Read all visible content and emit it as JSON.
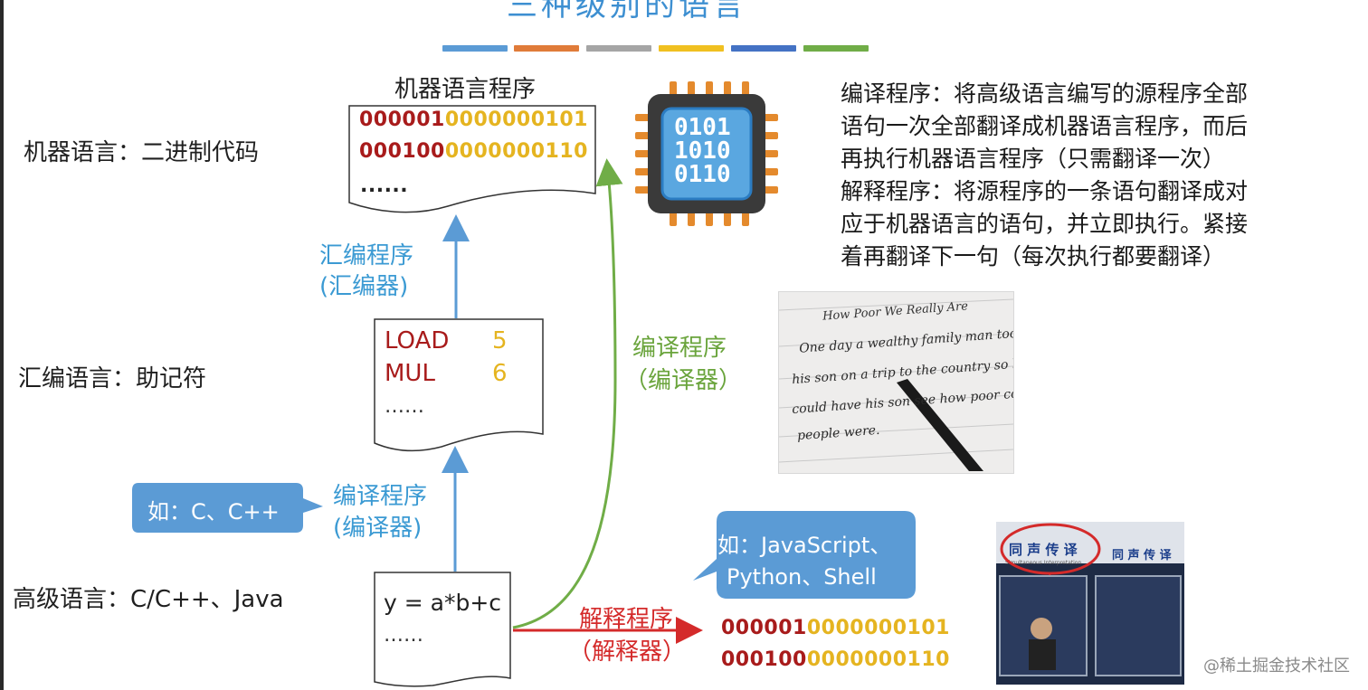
{
  "title": "三种级别的语言",
  "color_bars": [
    "#5b9bd5",
    "#e07b39",
    "#a5a5a5",
    "#f0c020",
    "#4472c4",
    "#70ad47"
  ],
  "left_labels": {
    "machine": "机器语言：二进制代码",
    "assembly": "汇编语言：助记符",
    "high": "高级语言：C/C++、Java"
  },
  "machine_doc": {
    "heading": "机器语言程序",
    "lines": [
      {
        "red": "000001",
        "yellow": "0000000101"
      },
      {
        "red": "000100",
        "yellow": "0000000110"
      }
    ],
    "ellipsis": "......"
  },
  "assembly_doc": {
    "lines": [
      {
        "op": "LOAD",
        "arg": "5"
      },
      {
        "op": "MUL",
        "arg": "6"
      }
    ],
    "ellipsis": "……"
  },
  "high_doc": {
    "line": "y = a*b+c",
    "ellipsis": "……"
  },
  "arrows": {
    "assembler": [
      "汇编程序",
      "(汇编器)"
    ],
    "compiler_left": [
      "编译程序",
      "(编译器)"
    ],
    "compiler_right": [
      "编译程序",
      "（编译器）"
    ],
    "interpreter": [
      "解释程序",
      "（解释器）"
    ]
  },
  "bubbles": {
    "c": "如：C、C++",
    "script": [
      "如：JavaScript、",
      "Python、Shell"
    ]
  },
  "chip": {
    "lines": [
      "0101",
      "1010",
      "0110"
    ]
  },
  "description": {
    "lines": [
      "编译程序：将高级语言编写的源程序全部",
      "语句一次全部翻译成机器语言程序，而后",
      "再执行机器语言程序（只需翻译一次）",
      "解释程序：将源程序的一条语句翻译成对",
      "应于机器语言的语句，并立即执行。紧接",
      "着再翻译下一句（每次执行都要翻译）"
    ]
  },
  "interp_output": {
    "lines": [
      {
        "red": "000001",
        "yellow": "0000000101"
      },
      {
        "red": "000100",
        "yellow": "0000000110"
      }
    ]
  },
  "handwriting": {
    "title": "How Poor We Really Are",
    "lines": [
      "One day a wealthy family man took",
      "his son on a trip to the country so he",
      "could have his son see how poor country",
      "people were."
    ]
  },
  "booth": {
    "sign1": "同 声 传 译",
    "sign2": "同 声 传 译",
    "sub": "Simultaneous Interpretation"
  },
  "watermark": "@稀土掘金技术社区"
}
